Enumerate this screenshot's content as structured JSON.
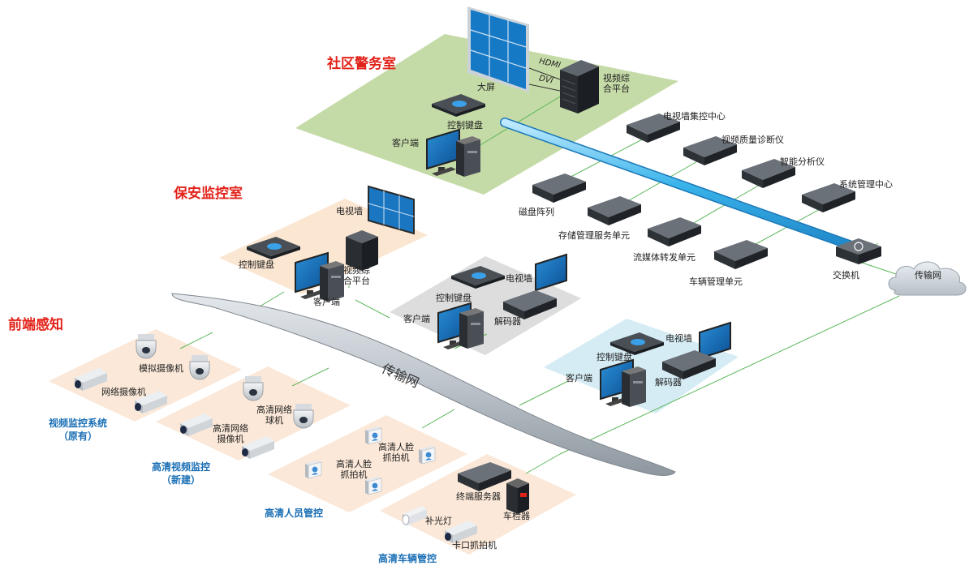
{
  "zones": {
    "police_room": "社区警务室",
    "security_room": "保安监控室",
    "frontend": "前端感知"
  },
  "police": {
    "big_screen": "大屏",
    "hdmi": "HDMI",
    "dvi": "DVI",
    "video_platform": "视频综\n合平台",
    "keyboard": "控制键盘",
    "client": "客户端"
  },
  "backend": {
    "tv_wall_center": "电视墙集控中心",
    "video_quality": "视频质量诊断仪",
    "smart_analyzer": "智能分析仪",
    "system_mgmt": "系统管理中心",
    "disk_array": "磁盘阵列",
    "storage_mgmt": "存储管理服务单元",
    "streaming": "流媒体转发单元",
    "vehicle_mgmt": "车辆管理单元",
    "switch": "交换机",
    "cloud": "传输网"
  },
  "security": {
    "tv_wall": "电视墙",
    "keyboard": "控制键盘",
    "video_platform": "视频综\n合平台",
    "client": "客户端"
  },
  "station1": {
    "keyboard": "控制键盘",
    "tv_wall": "电视墙",
    "client": "客户端",
    "decoder": "解码器"
  },
  "station2": {
    "tv_wall": "电视墙",
    "keyboard": "控制键盘",
    "client": "客户端",
    "decoder": "解码器"
  },
  "network_label": "传输网",
  "frontend": {
    "z1": {
      "title": "视频监控系统\n（原有）",
      "analog_cam": "模拟摄像机",
      "ip_cam": "网络摄像机"
    },
    "z2": {
      "title": "高清视频监控\n（新建）",
      "hd_dome": "高清网络\n球机",
      "hd_cam": "高清网络\n摄像机"
    },
    "z3": {
      "title": "高清人员管控",
      "face1": "高清人脸\n抓拍机",
      "face2": "高清人脸\n抓拍机"
    },
    "z4": {
      "title": "高清车辆管控",
      "terminal_server": "终端服务器",
      "vehicle_detector": "车检器",
      "fill_light": "补光灯",
      "gate_cam": "卡口抓拍机"
    }
  },
  "colors": {
    "police_zone": "#c5dba7",
    "security_zone": "#fbe6d2",
    "station1_zone": "#dddddd",
    "station2_zone": "#d5ecf4",
    "frontend_zone": "#fbe8d8",
    "backbone": "#5fc3f0",
    "link": "#5cb85c",
    "zone_red": "#e2231a",
    "zone_blue": "#1a6fb5"
  }
}
